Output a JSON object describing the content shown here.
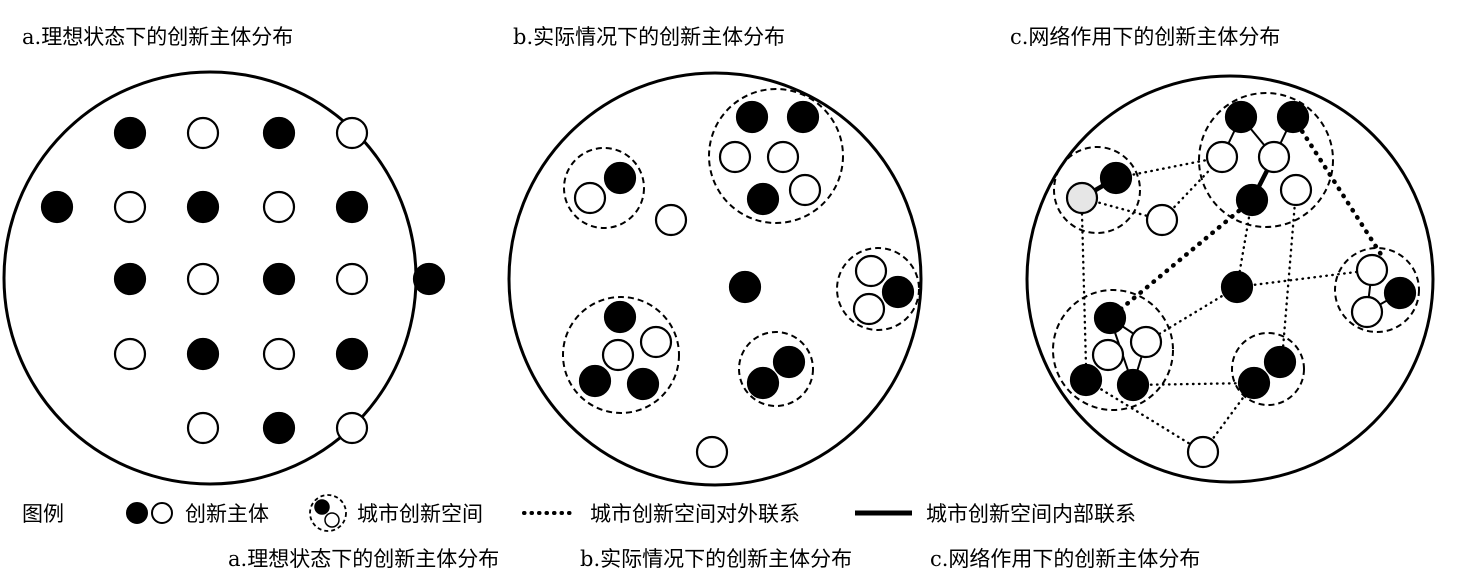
{
  "panels": {
    "a": {
      "title": "a.理想状态下的创新主体分布"
    },
    "b": {
      "title": "b.实际情况下的创新主体分布"
    },
    "c": {
      "title": "c.网络作用下的创新主体分布"
    }
  },
  "legend": {
    "heading": "图例",
    "innovation_subject": "创新主体",
    "innovation_space": "城市创新空间",
    "external_link": "城市创新空间对外联系",
    "internal_link": "城市创新空间内部联系"
  },
  "captions": {
    "a": "a.理想状态下的创新主体分布",
    "b": "b.实际情况下的创新主体分布",
    "c": "c.网络作用下的创新主体分布"
  },
  "colors": {
    "stroke": "#000000",
    "node_dark": "#000000",
    "node_light": "#ffffff",
    "node_gray": "#e6e6e6"
  }
}
